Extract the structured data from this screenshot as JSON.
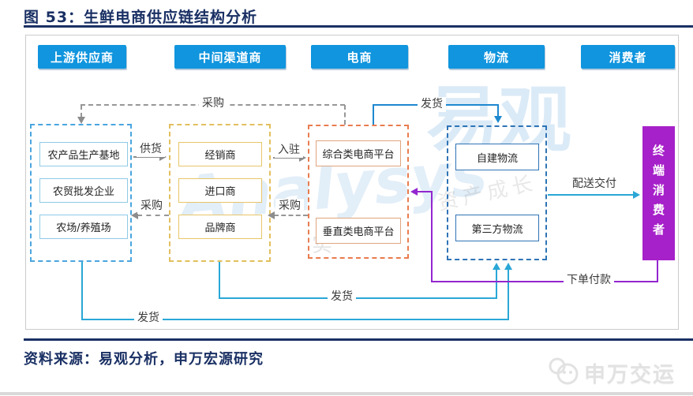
{
  "page": {
    "title": "图 53：生鲜电商供应链结构分析",
    "source_note": "资料来源：易观分析，申万宏源研究",
    "brand": "申万交运"
  },
  "headers": [
    "上游供应商",
    "中间渠道商",
    "电商",
    "物流",
    "消费者"
  ],
  "groups": {
    "suppliers": [
      "农产品生产基地",
      "农贸批发企业",
      "农场/养殖场"
    ],
    "channels": [
      "经销商",
      "进口商",
      "品牌商"
    ],
    "ecommerce": [
      "综合类电商平台",
      "垂直类电商平台"
    ],
    "logistics": [
      "自建物流",
      "第三方物流"
    ]
  },
  "consumer": "终端消费者",
  "flows": {
    "procure_top": "采购",
    "ship_top": "发货",
    "supply": "供货",
    "procure_mid_left": "采购",
    "enter_platform": "入驻",
    "procure_mid_right": "采购",
    "ship_bottom_mid": "发货",
    "ship_bottom_far": "发货",
    "delivery": "配送交付",
    "order_pay": "下单付款"
  },
  "watermark": {
    "cn": "易观",
    "en": "Analysys",
    "gray_1": "实",
    "gray_2": "资产成长"
  },
  "colors": {
    "navy": "#1A3064",
    "header_blue": "#1095DE",
    "gray_arrow": "#8C8C8C",
    "blue_arrow": "#1E88D0",
    "cyan_arrow": "#2AA7D6",
    "purple_arrow": "#9326CE",
    "consumer_fill": "#A621C9",
    "suppliers_border": "#4BA5DF",
    "suppliers_node_border": "#8ECAE6",
    "channels_border": "#E2BF5E",
    "ecommerce_border": "#E97C4F",
    "ecommerce_node_border": "#DFA57E",
    "logistics_border": "#2F74B5"
  }
}
